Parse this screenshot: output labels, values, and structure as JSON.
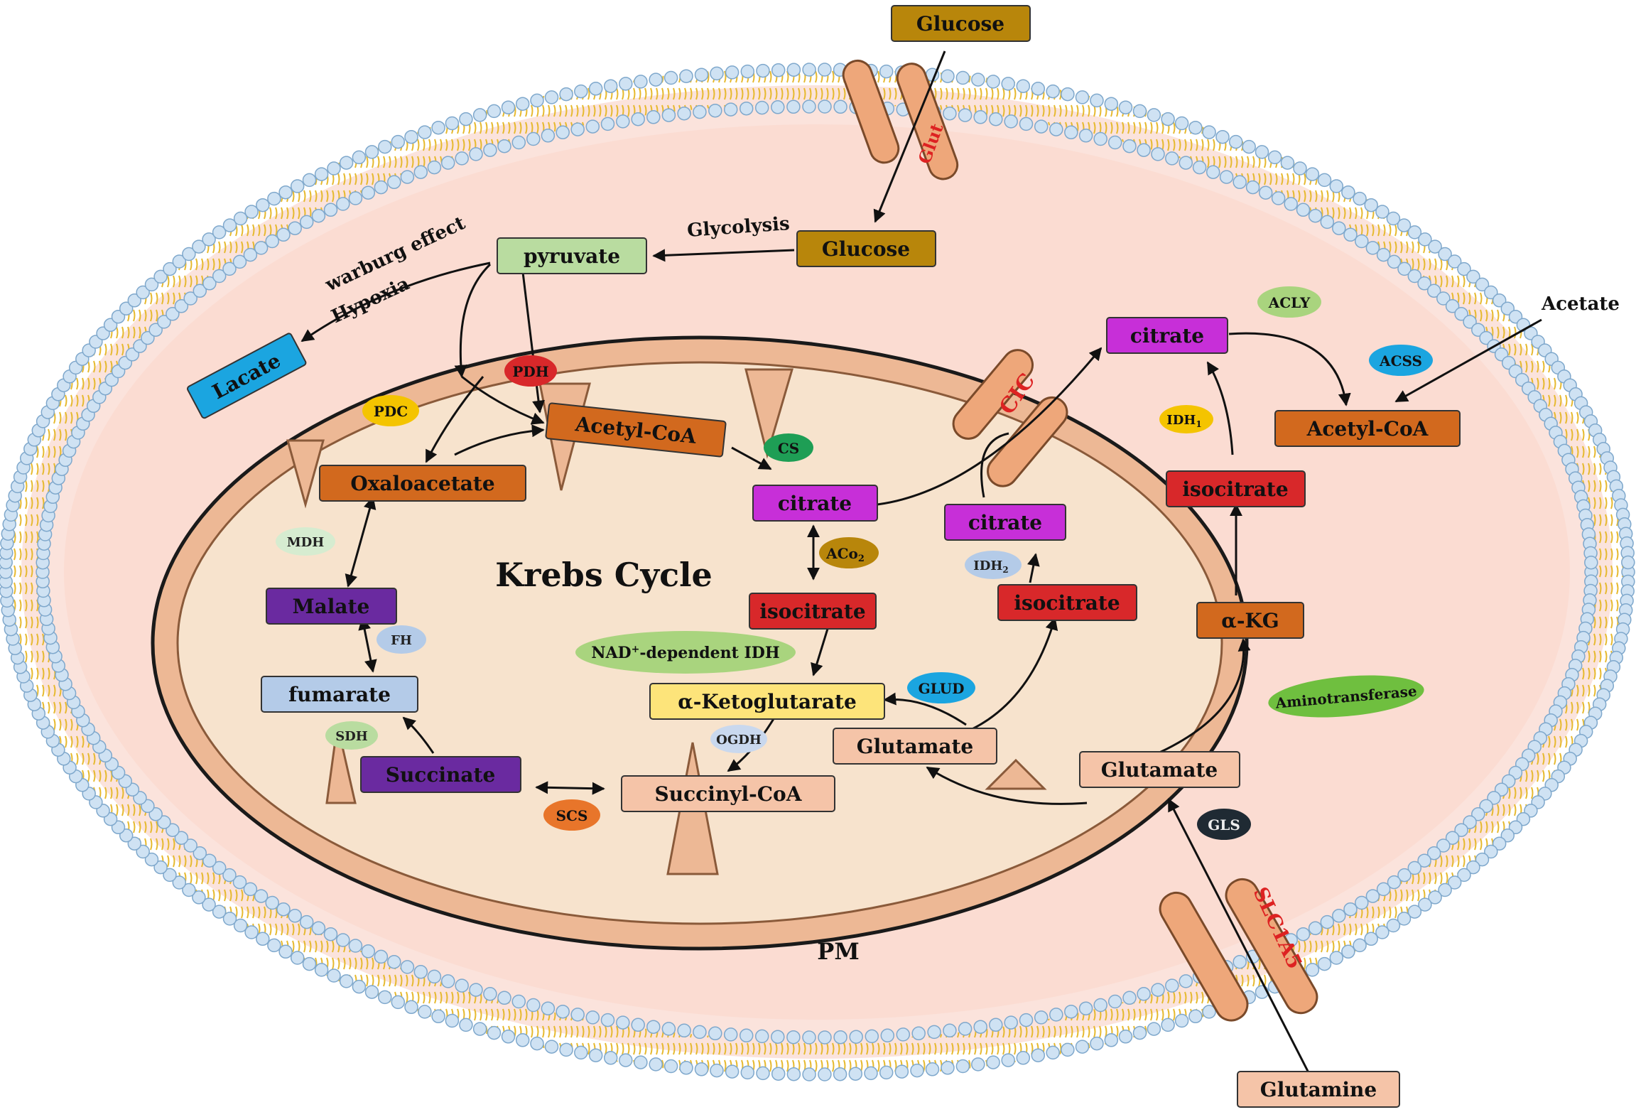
{
  "nodes": {
    "glucose_out": "Glucose",
    "glucose_in": "Glucose",
    "pyruvate": "pyruvate",
    "lactate": "Lacate",
    "acetyl_coa_mito": "Acetyl-CoA",
    "oxaloacetate": "Oxaloacetate",
    "citrate_mito": "citrate",
    "citrate_mito2": "citrate",
    "isocitrate_mito": "isocitrate",
    "isocitrate_mito2": "isocitrate",
    "akg_mito": "α-Ketoglutarate",
    "succinyl_coa": "Succinyl-CoA",
    "succinate": "Succinate",
    "fumarate": "fumarate",
    "malate": "Malate",
    "glutamate_mito": "Glutamate",
    "glutamate_cyto": "Glutamate",
    "glutamine": "Glutamine",
    "akg_cyto": "α-KG",
    "isocitrate_cyto": "isocitrate",
    "citrate_cyto": "citrate",
    "acetyl_coa_cyto": "Acetyl-CoA",
    "acetate": "Acetate"
  },
  "enzymes": {
    "pdh": "PDH",
    "pdc": "PDC",
    "cs": "CS",
    "aco2": "ACo",
    "aco2_sub": "2",
    "nad_idh_pre": "NAD",
    "nad_idh_sup": "+",
    "nad_idh_post": "-dependent IDH",
    "ogdh": "OGDH",
    "scs": "SCS",
    "sdh": "SDH",
    "fh": "FH",
    "mdh": "MDH",
    "glud": "GLUD",
    "idh2": "IDH",
    "idh2_sub": "2",
    "idh1": "IDH",
    "idh1_sub": "1",
    "acly": "ACLY",
    "acss": "ACSS",
    "aminotransferase": "Aminotransferase",
    "gls": "GLS"
  },
  "transporters": {
    "glut": "Glut",
    "cic": "CIC",
    "slc1a5": "SLC1A5"
  },
  "labels": {
    "glycolysis": "Glycolysis",
    "warburg": "warburg effect",
    "hypoxia": "Hypoxia",
    "krebs_cycle": "Krebs Cycle",
    "pm": "PM"
  },
  "colors": {
    "olive": "#b8860b",
    "green_light": "#b9dca0",
    "blue": "#1ba5e0",
    "orange": "#d2691e",
    "magenta": "#c72fd8",
    "red": "#d8282a",
    "yellow": "#fde47a",
    "peach": "#f5c4a8",
    "purple": "#6a2aa0",
    "light_blue": "#b4cbe8"
  }
}
